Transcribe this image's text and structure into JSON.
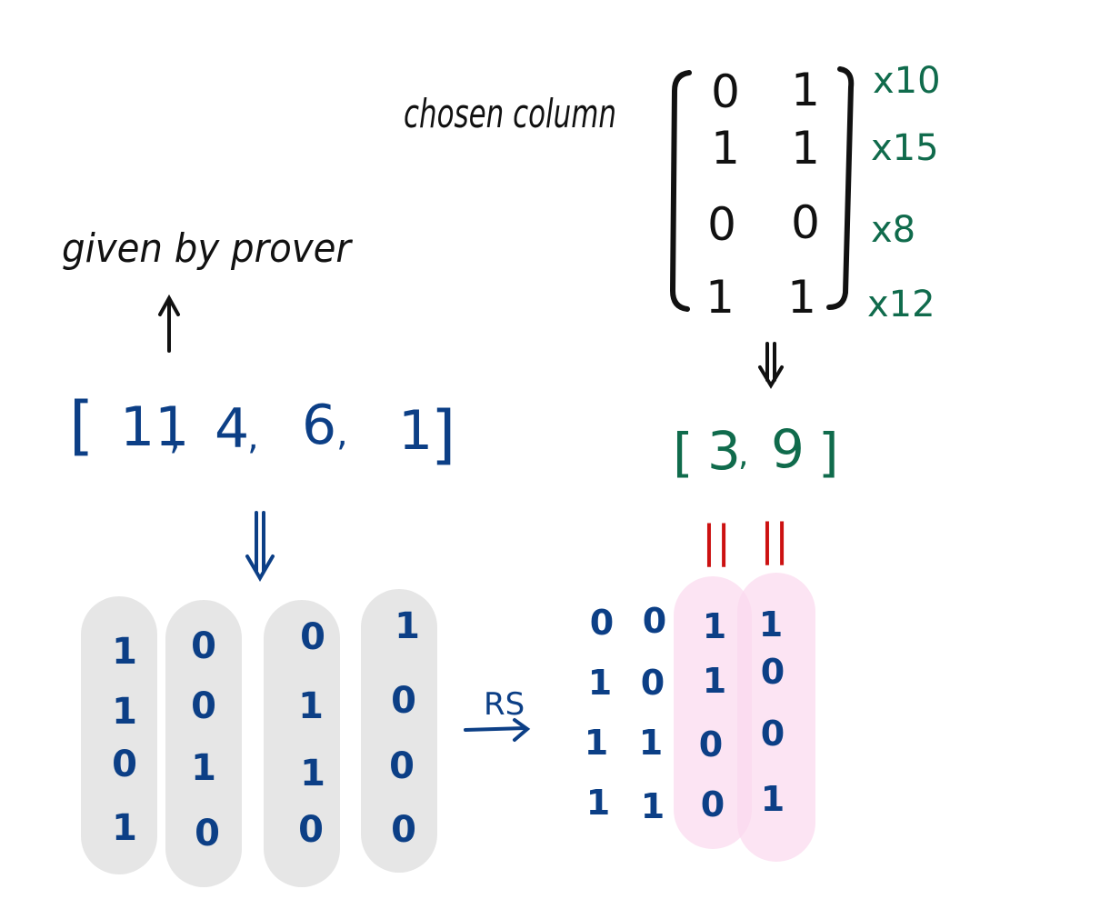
{
  "labels": {
    "chosen_column": "chosen column",
    "given_by_prover": "given by prover",
    "rs": "RS"
  },
  "prover_vector": [
    "[",
    "11",
    ",",
    "4",
    ",",
    "6",
    ",",
    "1",
    "]"
  ],
  "matrix": {
    "rows": [
      [
        "0",
        "1"
      ],
      [
        "1",
        "1"
      ],
      [
        "0",
        "0"
      ],
      [
        "1",
        "1"
      ]
    ],
    "weights": [
      "x10",
      "x15",
      "x8",
      "x12"
    ]
  },
  "result_vector": [
    "[",
    "3",
    ",",
    "9",
    "]"
  ],
  "checks": [
    "||",
    "||"
  ],
  "binary_columns": [
    [
      "1",
      "1",
      "0",
      "1"
    ],
    [
      "0",
      "0",
      "1",
      "0"
    ],
    [
      "0",
      "1",
      "1",
      "0"
    ],
    [
      "1",
      "0",
      "0",
      "0"
    ]
  ],
  "rs_matrix": [
    [
      "0",
      "0",
      "1",
      "1"
    ],
    [
      "1",
      "0",
      "1",
      "0"
    ],
    [
      "1",
      "1",
      "0",
      "0"
    ],
    [
      "1",
      "1",
      "0",
      "1"
    ]
  ],
  "colors": {
    "black": "#111111",
    "blue": "#0c3f86",
    "green": "#106b4c",
    "red": "#cc1111",
    "pill_gray": "#e6e6e6",
    "pill_pink": "#fde6f3"
  }
}
